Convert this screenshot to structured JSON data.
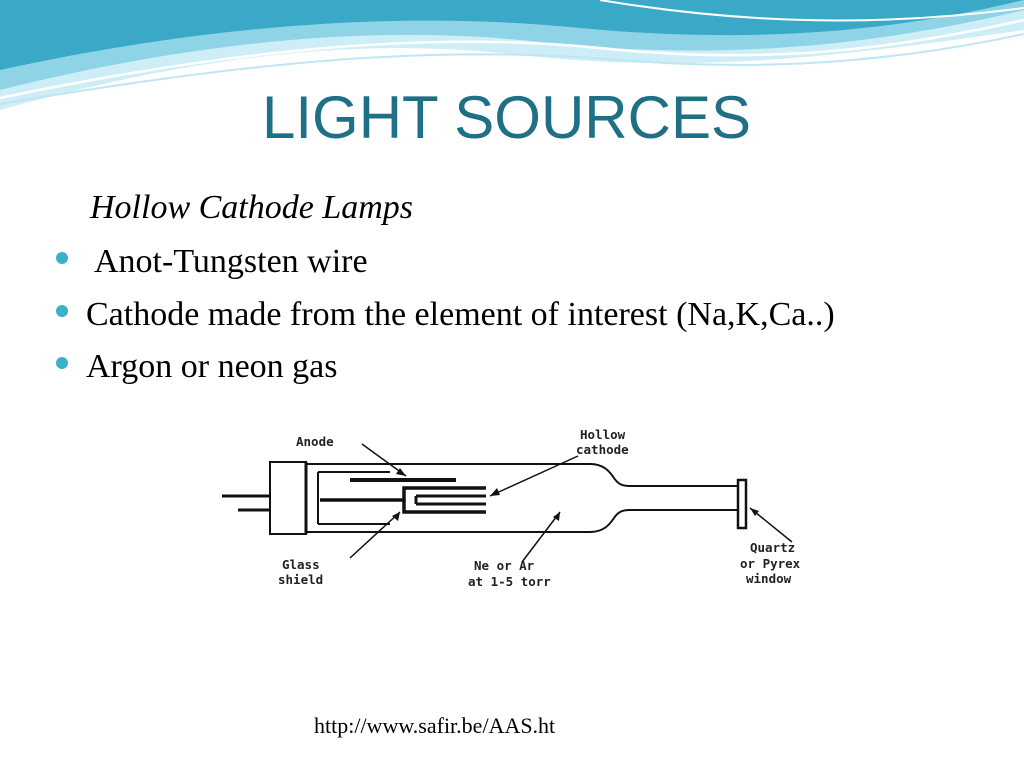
{
  "slide": {
    "title": "LIGHT SOURCES",
    "subheading": "Hollow Cathode Lamps",
    "bullets": [
      "Anot-Tungsten wire",
      "Cathode made from the element of interest (Na,K,Ca..)",
      "Argon or neon gas"
    ],
    "source_url": "http://www.safir.be/AAS.ht"
  },
  "diagram": {
    "labels": {
      "anode": "Anode",
      "hollow_cathode": [
        "Hollow",
        "cathode"
      ],
      "glass_shield": [
        "Glass",
        "shield"
      ],
      "gas": [
        "Ne or Ar",
        "at 1-5 torr"
      ],
      "window": [
        "Quartz",
        "or Pyrex",
        "window"
      ]
    }
  },
  "colors": {
    "title": "#1f6f86",
    "bullet": "#3bb0c9",
    "wave_light": "#bfe6f2",
    "wave_mid": "#7ccbe0",
    "wave_dark": "#2aa3c2"
  }
}
